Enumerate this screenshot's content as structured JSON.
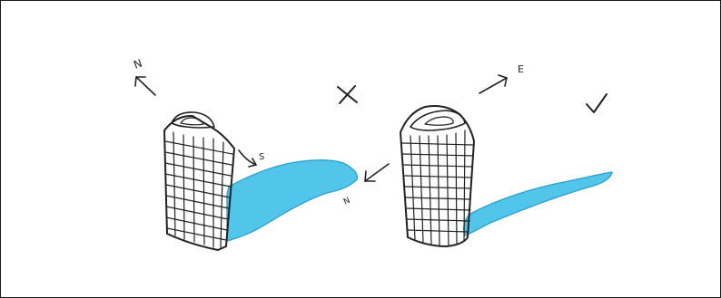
{
  "figure": {
    "colors": {
      "ink": "#222222",
      "shadow_fill": "#52c6ea",
      "shadow_edge": "#2a9fcd",
      "border": "#1a1a1a",
      "background": "#ffffff"
    },
    "left_panel": {
      "compass_label": "N",
      "sun_direction_label": "S",
      "shadow_direction_label": "N",
      "verdict_symbol": "×",
      "verdict": "incorrect",
      "icons": [
        "north-arrow-icon",
        "sun-direction-arrow-icon",
        "shadow-direction-arrow-icon",
        "cross-mark-icon",
        "tower-building-icon"
      ]
    },
    "right_panel": {
      "compass_label": "E",
      "verdict_symbol": "✓",
      "verdict": "correct",
      "icons": [
        "east-arrow-icon",
        "check-mark-icon",
        "tower-building-icon"
      ]
    }
  }
}
